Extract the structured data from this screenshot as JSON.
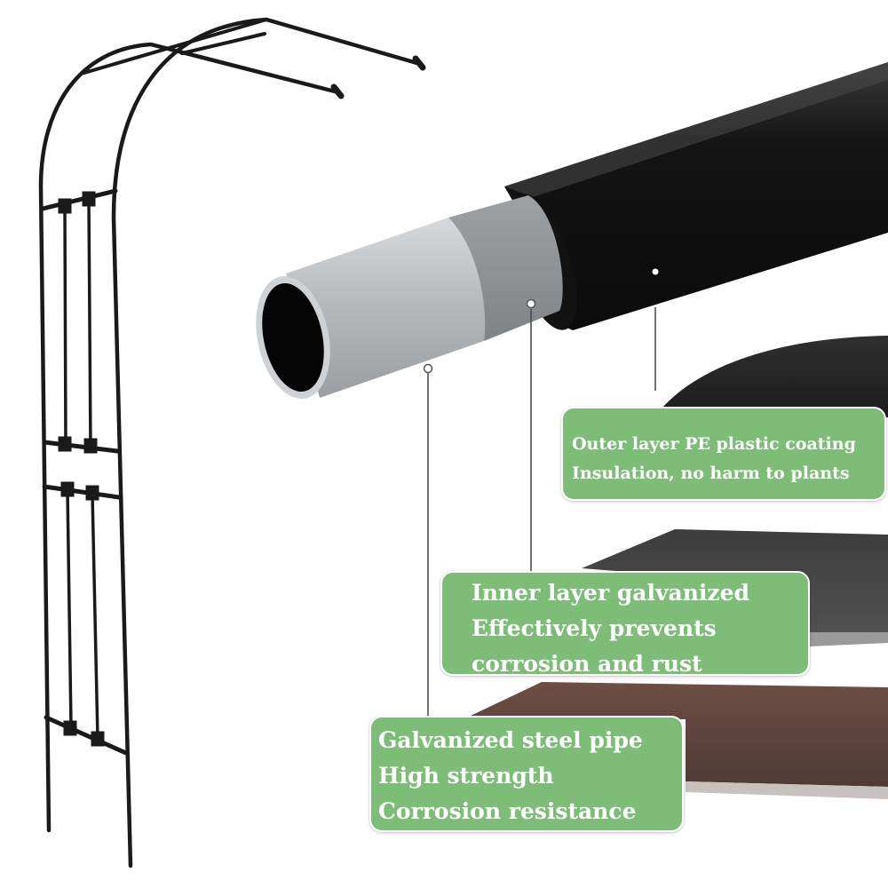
{
  "callouts": {
    "outer": {
      "line1": "Outer layer PE plastic coating",
      "line2": "Insulation, no harm to plants"
    },
    "inner": {
      "line1": "Inner layer galvanized",
      "line2": "Effectively prevents",
      "line3": "corrosion and rust"
    },
    "steel": {
      "line1": "Galvanized steel pipe",
      "line2": "High strength",
      "line3": "Corrosion resistance"
    }
  },
  "colors": {
    "callout_bg": "#7dbd78",
    "callout_text": "#ffffff",
    "pipe_core": "#b9bec2",
    "coating": "#1a1a1a"
  }
}
